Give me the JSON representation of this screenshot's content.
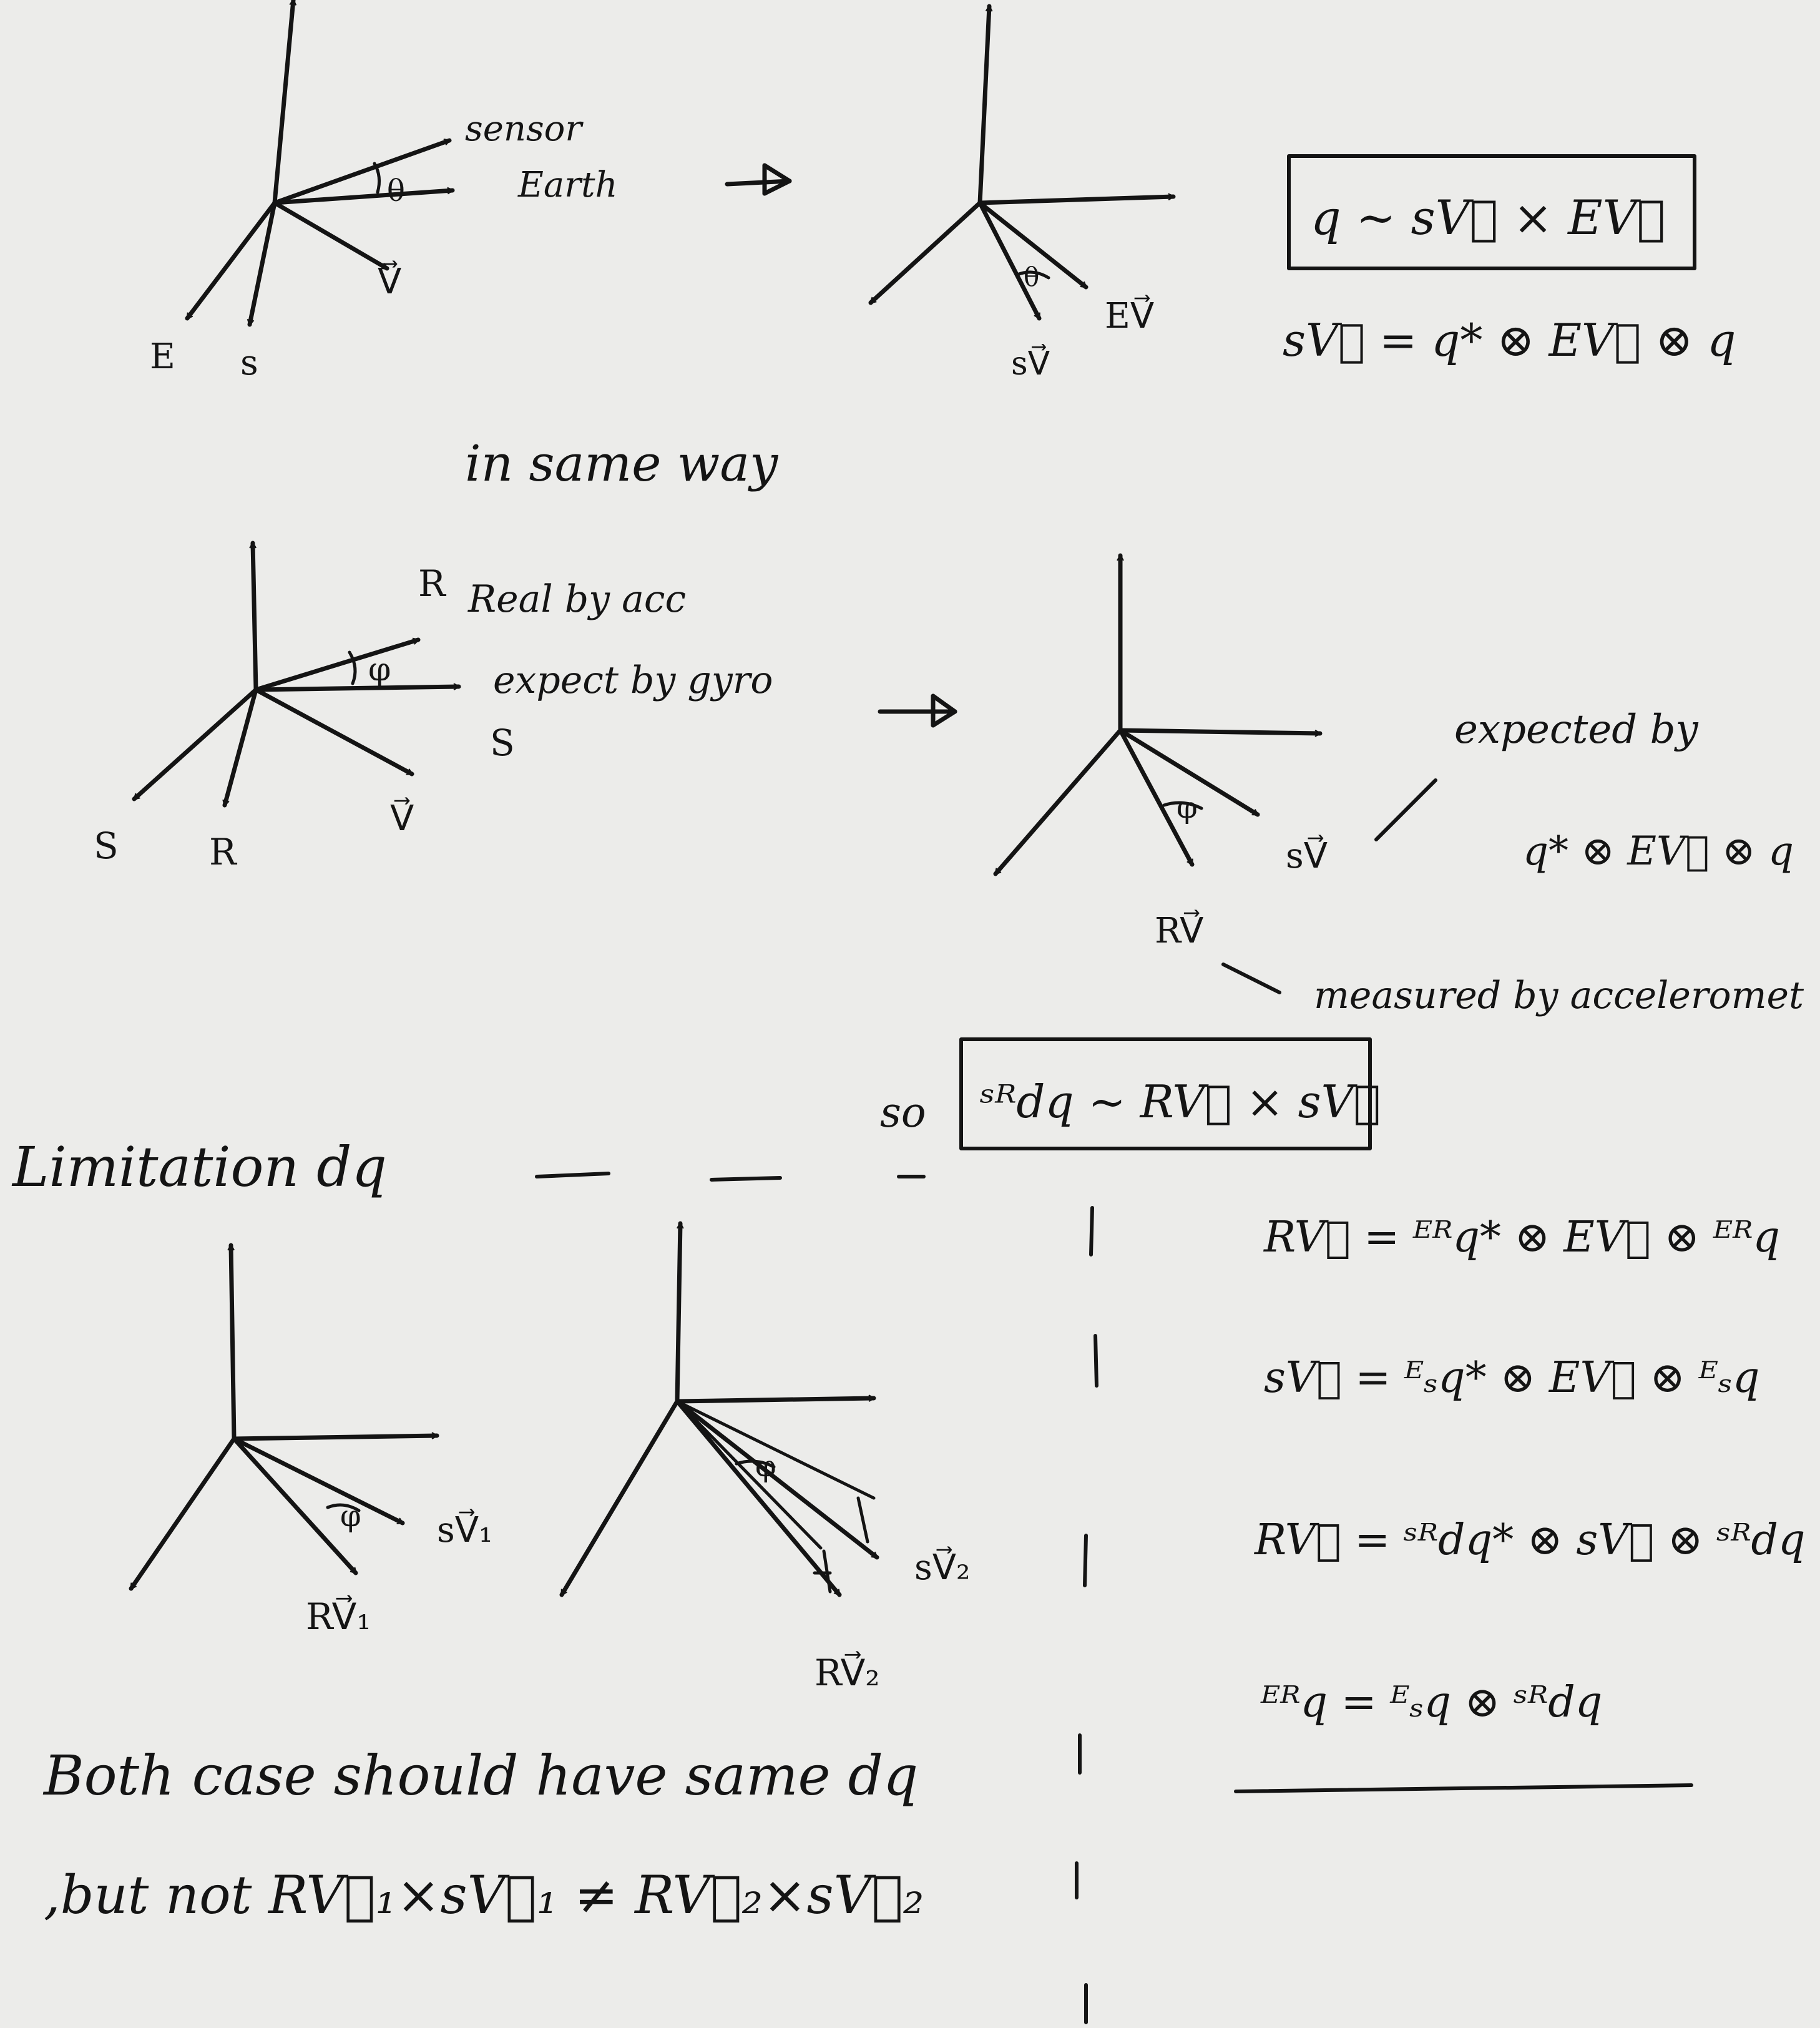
{
  "diagram1": {
    "label_sensor": "sensor",
    "label_earth": "Earth",
    "label_theta": "θ",
    "label_v": "V⃗",
    "label_e": "E",
    "label_s": "s"
  },
  "diagram2": {
    "label_theta": "θ",
    "label_ev": "EV⃗",
    "label_sv": "sV⃗"
  },
  "formulas_top": {
    "boxed": "q ~ sV⃗ × EV⃗",
    "second": "sV⃗ = q* ⊗ EV⃗ ⊗ q"
  },
  "caption_same_way": "in same way",
  "diagram3": {
    "label_r": "R",
    "label_real": "Real by acc",
    "label_expect": "expect by gyro",
    "label_s_under": "S",
    "label_phi": "φ",
    "label_v": "V⃗",
    "label_s": "S",
    "label_r2": "R"
  },
  "diagram4": {
    "label_phi": "φ",
    "label_sv": "sV⃗",
    "label_rv": "RV⃗",
    "expected_by": "expected by",
    "expected_formula": "q* ⊗ EV⃗ ⊗ q",
    "measured_by": "measured by acceleromet"
  },
  "so_formula": {
    "prefix": "so",
    "text": "ˢᴿdq ~ RV⃗ × sV⃗"
  },
  "limitation": "Limitation dq",
  "diagram5": {
    "label_phi": "φ",
    "label_sv1": "sV⃗₁",
    "label_rv1": "RV⃗₁"
  },
  "diagram6": {
    "label_phi": "φ",
    "label_sv2": "sV⃗₂",
    "label_rv2": "RV⃗₂"
  },
  "equations": [
    "RV⃗ = ᴱᴿq* ⊗ EV⃗ ⊗ ᴱᴿq",
    "sV⃗ = ᴱₛq* ⊗ EV⃗ ⊗ ᴱₛq",
    "RV⃗ = ˢᴿdq* ⊗ sV⃗ ⊗ ˢᴿdq",
    "ᴱᴿq = ᴱₛq ⊗ ˢᴿdq"
  ],
  "bottom_line1": "Both case should have same dq",
  "bottom_line2": ",but not   RV⃗₁×sV⃗₁ ≠ RV⃗₂×sV⃗₂"
}
